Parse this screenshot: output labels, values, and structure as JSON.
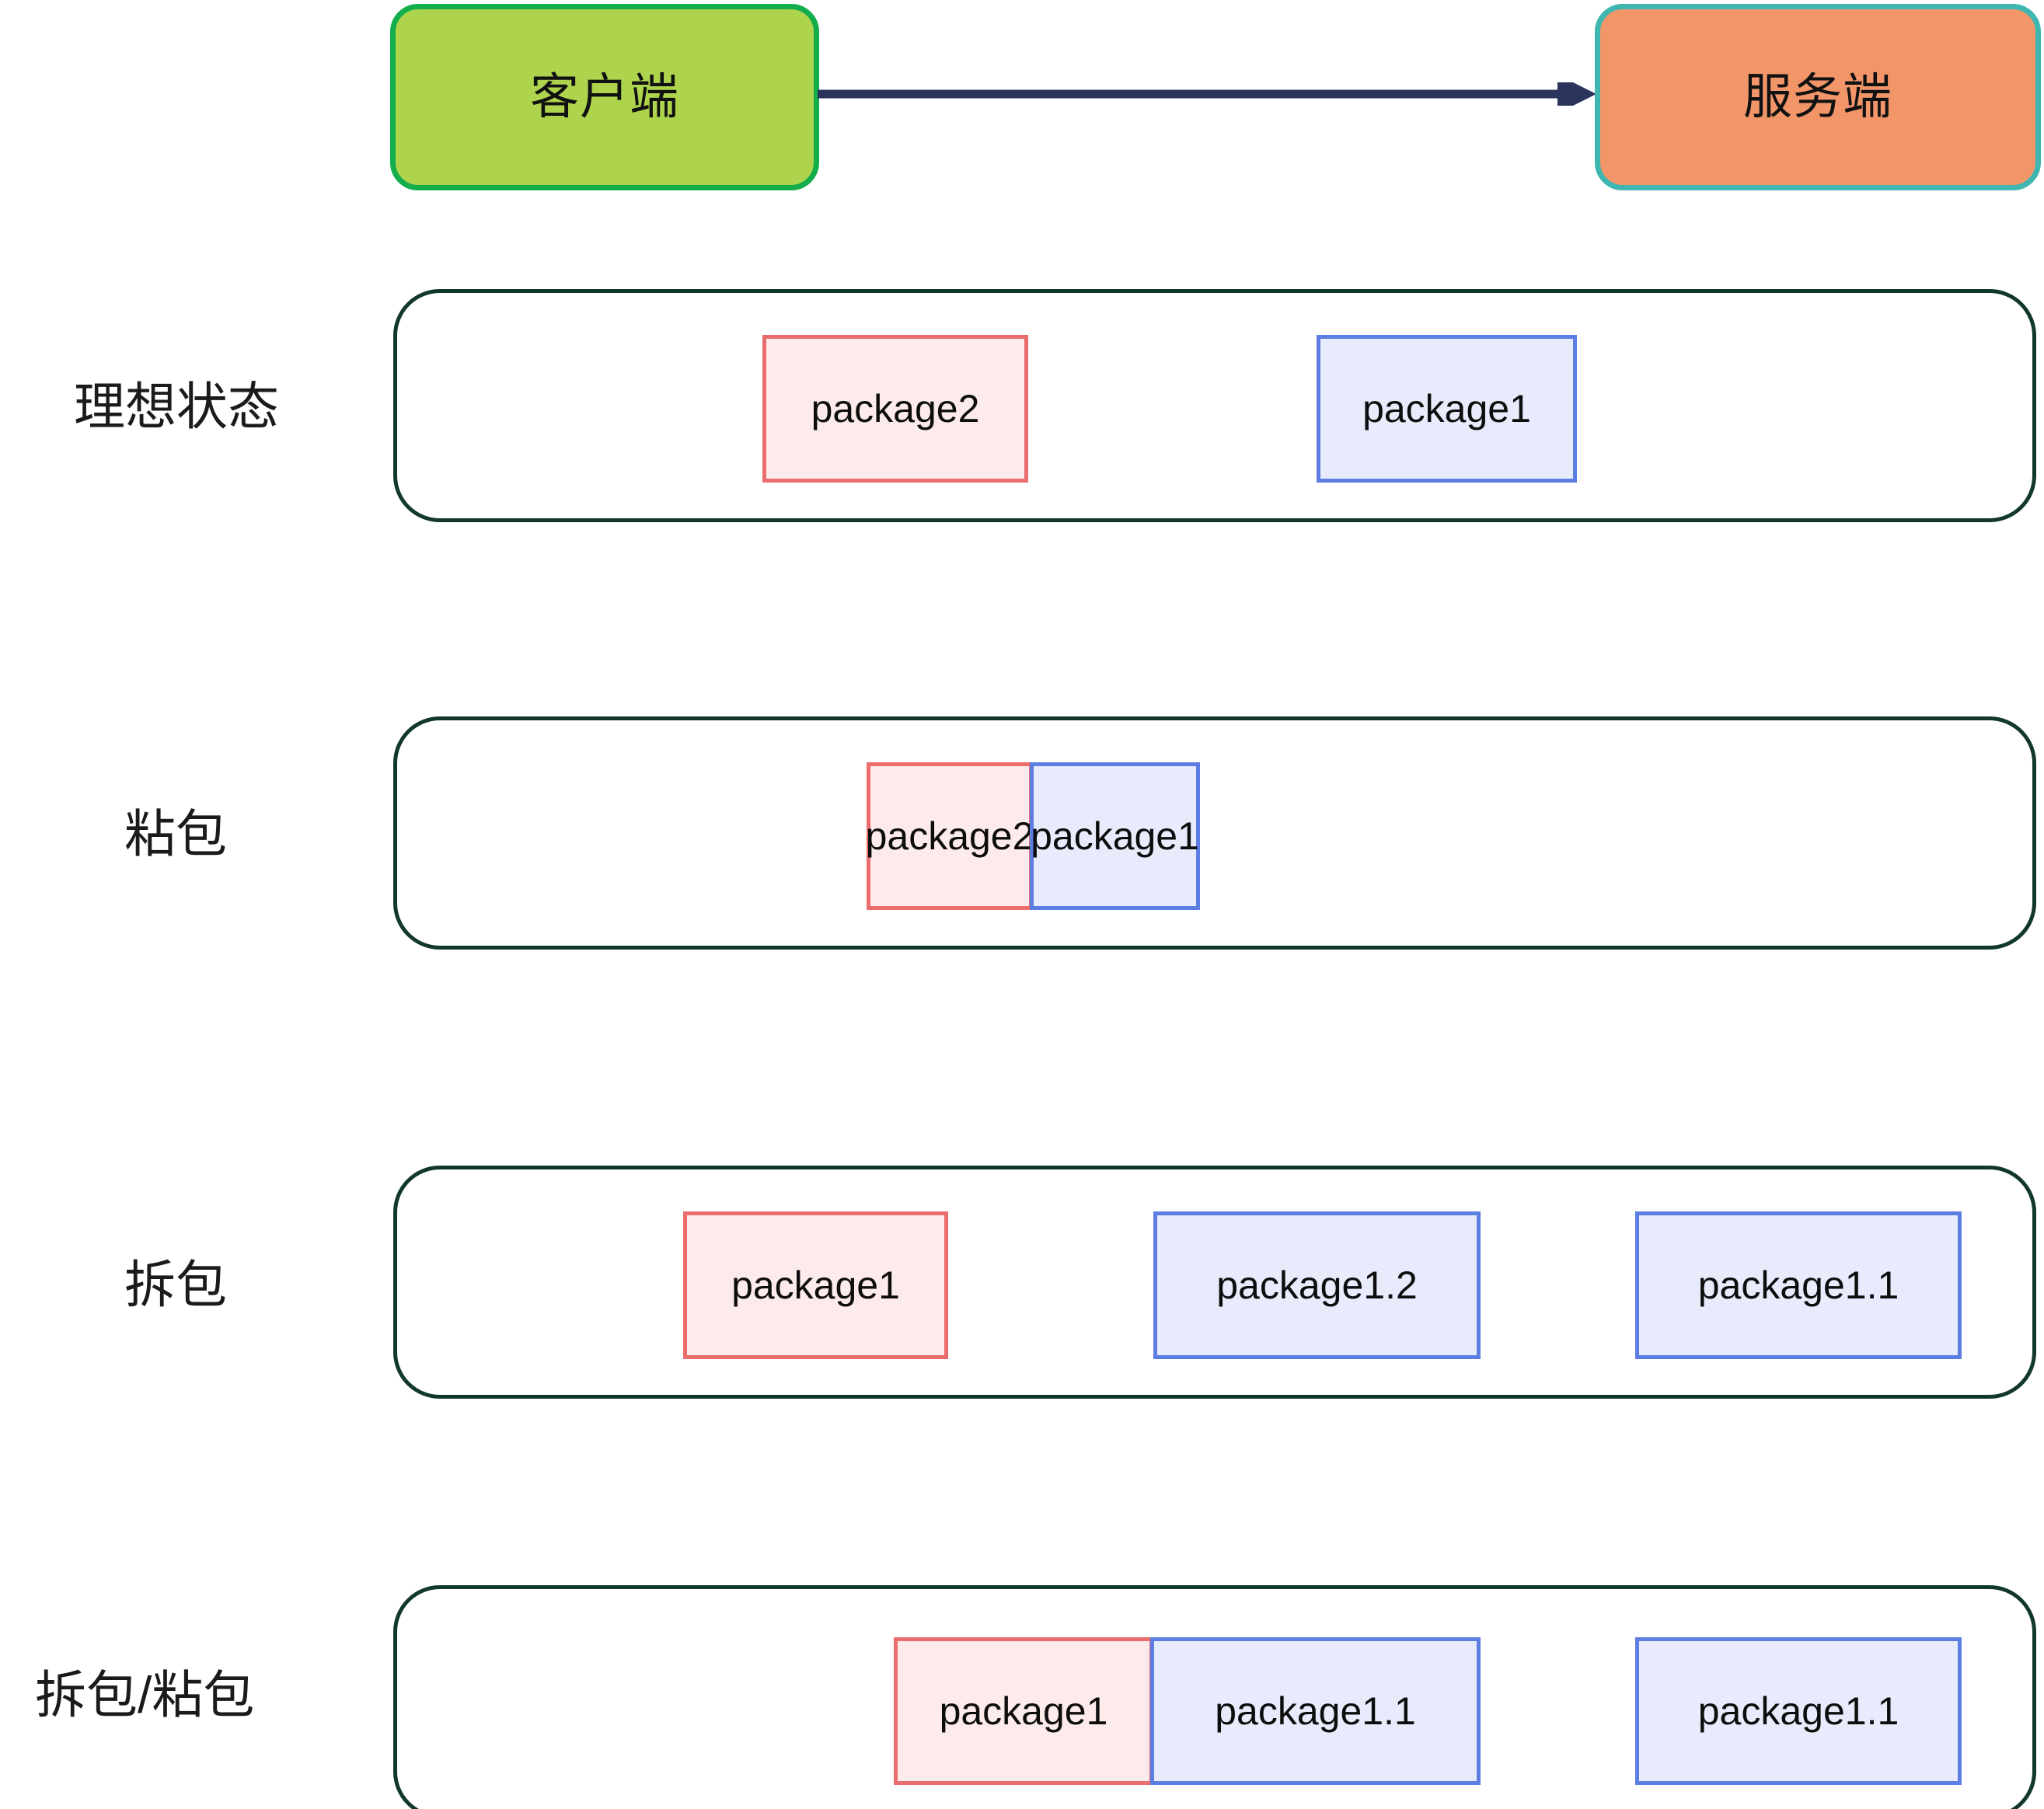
{
  "diagram": {
    "title_nodes": {
      "client": "客户端",
      "server": "服务端"
    },
    "arrow": {
      "name": "client-to-server-arrow",
      "color": "#29335c"
    },
    "colors": {
      "client_fill": "#aed44d",
      "client_border": "#13ad4c",
      "server_fill": "#f2966a",
      "server_border": "#3fb6b0",
      "stream_border": "#12372b",
      "red_fill": "#fdeaea",
      "red_border": "#ea6c6c",
      "blue_fill": "#e8ebfb",
      "blue_border": "#5c7de1"
    },
    "rows": [
      {
        "label": "理想状态",
        "packages": [
          {
            "text": "package2",
            "color": "red"
          },
          {
            "text": "package1",
            "color": "blue"
          }
        ]
      },
      {
        "label": "粘包",
        "packages": [
          {
            "text": "package2",
            "color": "red"
          },
          {
            "text": "package1",
            "color": "blue"
          }
        ]
      },
      {
        "label": "拆包",
        "packages": [
          {
            "text": "package1",
            "color": "red"
          },
          {
            "text": "package1.2",
            "color": "blue"
          },
          {
            "text": "package1.1",
            "color": "blue"
          }
        ]
      },
      {
        "label": "拆包/粘包",
        "packages": [
          {
            "text": "package1",
            "color": "red"
          },
          {
            "text": "package1.1",
            "color": "blue"
          },
          {
            "text": "package1.1",
            "color": "blue"
          }
        ]
      }
    ]
  }
}
